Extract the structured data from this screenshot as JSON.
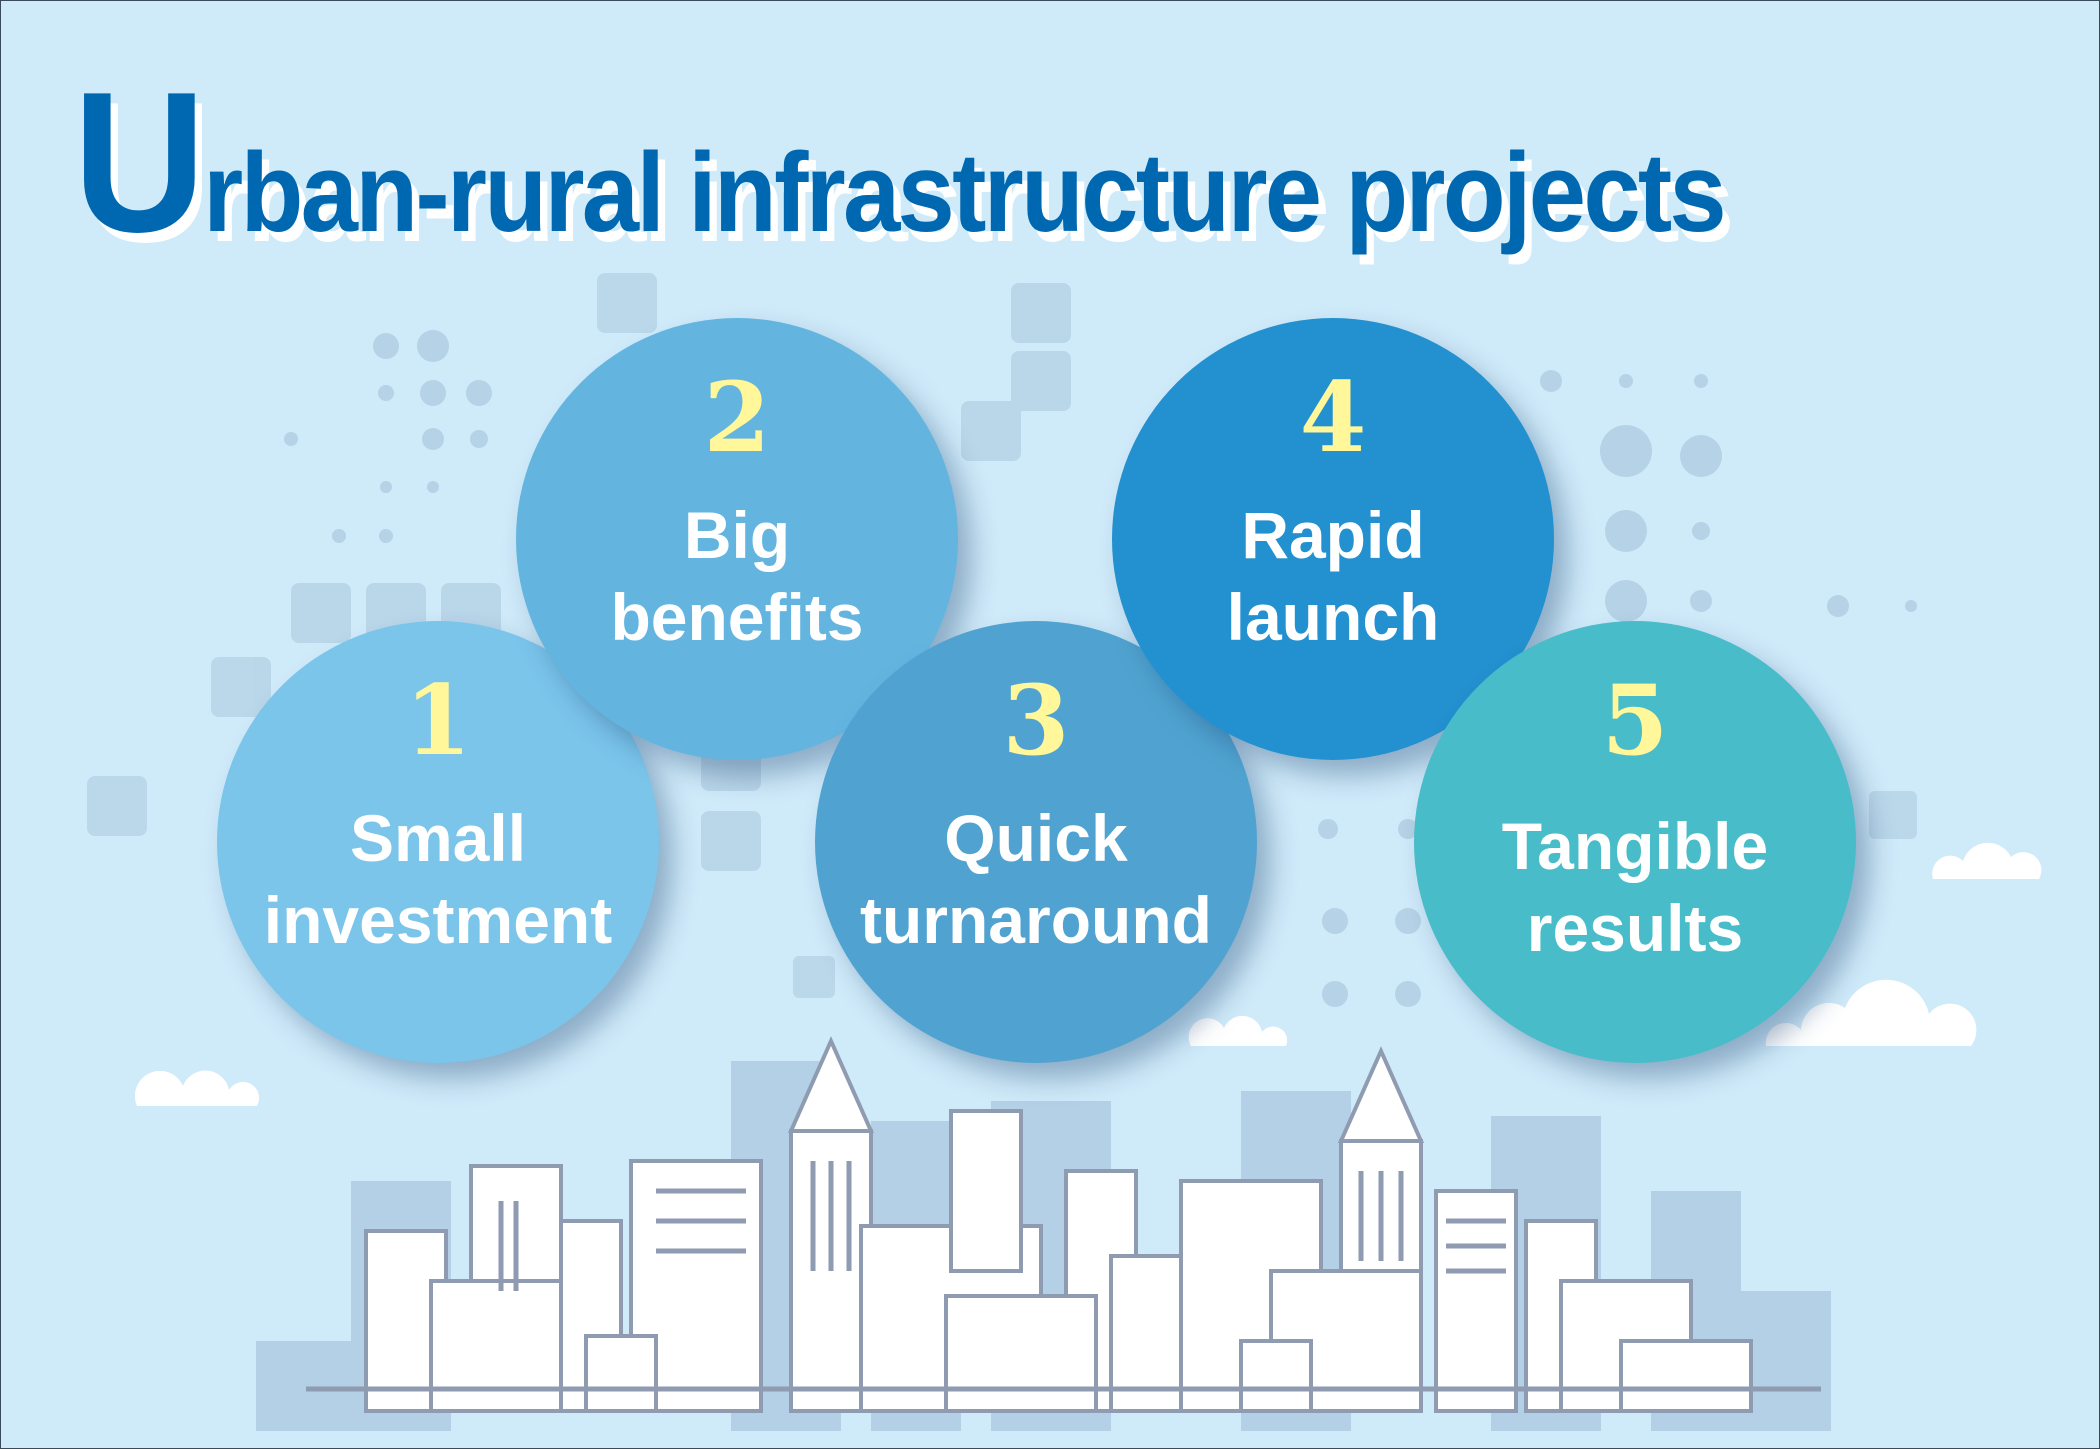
{
  "title": {
    "first_letter": "U",
    "rest": "rban-rural infrastructure projects"
  },
  "colors": {
    "title": "#0068b0",
    "number": "#fff79a",
    "c1": "#7bc4ea",
    "c2": "#63b5e0",
    "c3": "#50a3d0",
    "c4": "#2390d0",
    "c5": "#48bcc8"
  },
  "items": [
    {
      "number": "1",
      "line1": "Small",
      "line2": "investment"
    },
    {
      "number": "2",
      "line1": "Big",
      "line2": "benefits"
    },
    {
      "number": "3",
      "line1": "Quick",
      "line2": "turnaround"
    },
    {
      "number": "4",
      "line1": "Rapid",
      "line2": "launch"
    },
    {
      "number": "5",
      "line1": "Tangible",
      "line2": "results"
    }
  ]
}
